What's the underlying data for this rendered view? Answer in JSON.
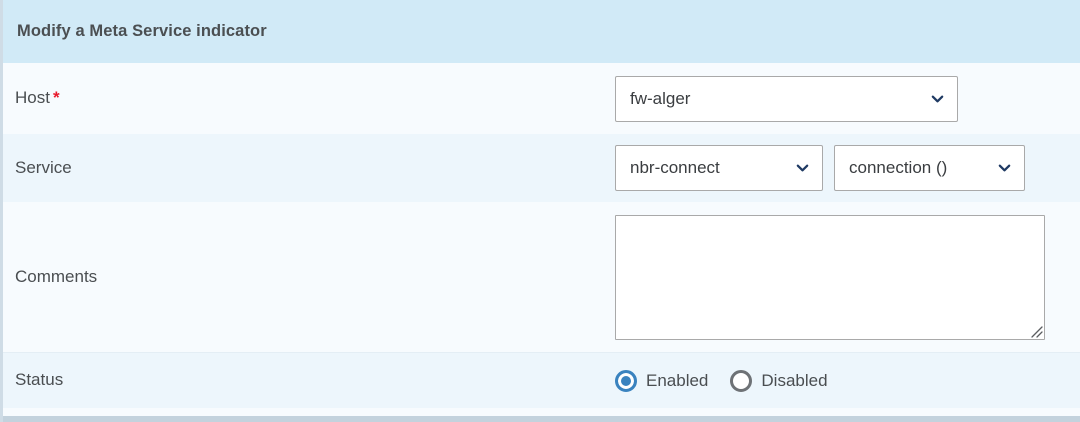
{
  "panel": {
    "title": "Modify a Meta Service indicator",
    "required_marker": "*"
  },
  "rows": {
    "host": {
      "label": "Host",
      "required": true,
      "select_value": "fw-alger",
      "chevron_icon": "chevron-down-icon"
    },
    "service": {
      "label": "Service",
      "service_value": "nbr-connect",
      "metric_value": "connection ()",
      "chevron_icon": "chevron-down-icon"
    },
    "comments": {
      "label": "Comments",
      "value": "",
      "placeholder": ""
    },
    "status": {
      "label": "Status",
      "options": [
        {
          "label": "Enabled",
          "selected": true
        },
        {
          "label": "Disabled",
          "selected": false
        }
      ]
    }
  },
  "colors": {
    "header_bg": "#d1eaf7",
    "row_light": "#f7fbfe",
    "row_tint": "#edf6fc",
    "accent_blue": "#3a83bf",
    "chevron_navy": "#1f3a63",
    "required_red": "#e8192c",
    "text": "#4a4e51",
    "field_border": "#a9a9a9",
    "left_border": "#cfdce6",
    "bottom_strip": "#c3d2dd"
  }
}
